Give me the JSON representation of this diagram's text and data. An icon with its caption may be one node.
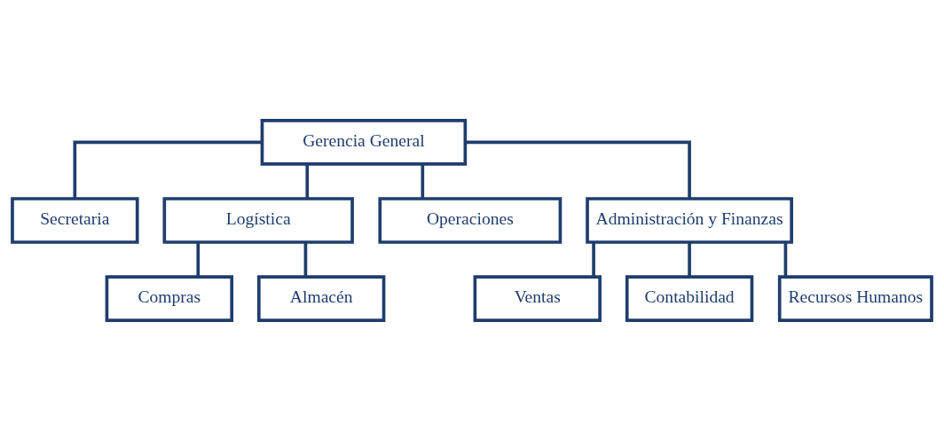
{
  "diagram": {
    "nodes": [
      {
        "text": [
          "Gerencia General"
        ]
      },
      {
        "text": [
          "Secretaria"
        ]
      },
      {
        "text": [
          "Logística"
        ]
      },
      {
        "text": [
          "Operaciones"
        ]
      },
      {
        "text": [
          "Administración y Finanzas"
        ]
      },
      {
        "text": [
          "Compras"
        ]
      },
      {
        "text": [
          "Almacén"
        ]
      },
      {
        "text": [
          "Ventas"
        ]
      },
      {
        "text": [
          "Contabilidad"
        ]
      },
      {
        "text": [
          "Recursos Humanos"
        ]
      }
    ],
    "edges": [
      {
        "from": 0,
        "to": 1,
        "arrow": "none"
      },
      {
        "from": 0,
        "to": 2,
        "arrow": "none"
      },
      {
        "from": 0,
        "to": 3,
        "arrow": "none"
      },
      {
        "from": 0,
        "to": 4,
        "arrow": "none"
      },
      {
        "from": 2,
        "to": 5,
        "arrow": "none"
      },
      {
        "from": 2,
        "to": 6,
        "arrow": "none"
      },
      {
        "from": 4,
        "to": 7,
        "arrow": "none"
      },
      {
        "from": 4,
        "to": 8,
        "arrow": "none"
      },
      {
        "from": 4,
        "to": 9,
        "arrow": "none"
      }
    ]
  }
}
